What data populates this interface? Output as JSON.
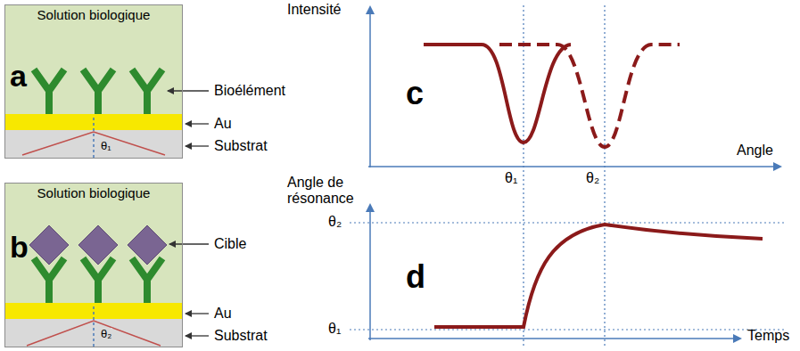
{
  "diagram": {
    "nodes": [
      {
        "text": [
          "Solution biologique",
          "a"
        ]
      },
      {
        "text": [
          "Solution biologique",
          "b"
        ]
      }
    ],
    "labels": [
      "Bioélément",
      "Au",
      "Substrat",
      "θ₁",
      "Cible",
      "Au",
      "Substrat",
      "θ₂",
      "Intensité",
      "c",
      "Angle",
      "θ₁",
      "θ₂",
      "Angle de résonance",
      "d",
      "θ₂",
      "θ₁",
      "Temps"
    ]
  }
}
